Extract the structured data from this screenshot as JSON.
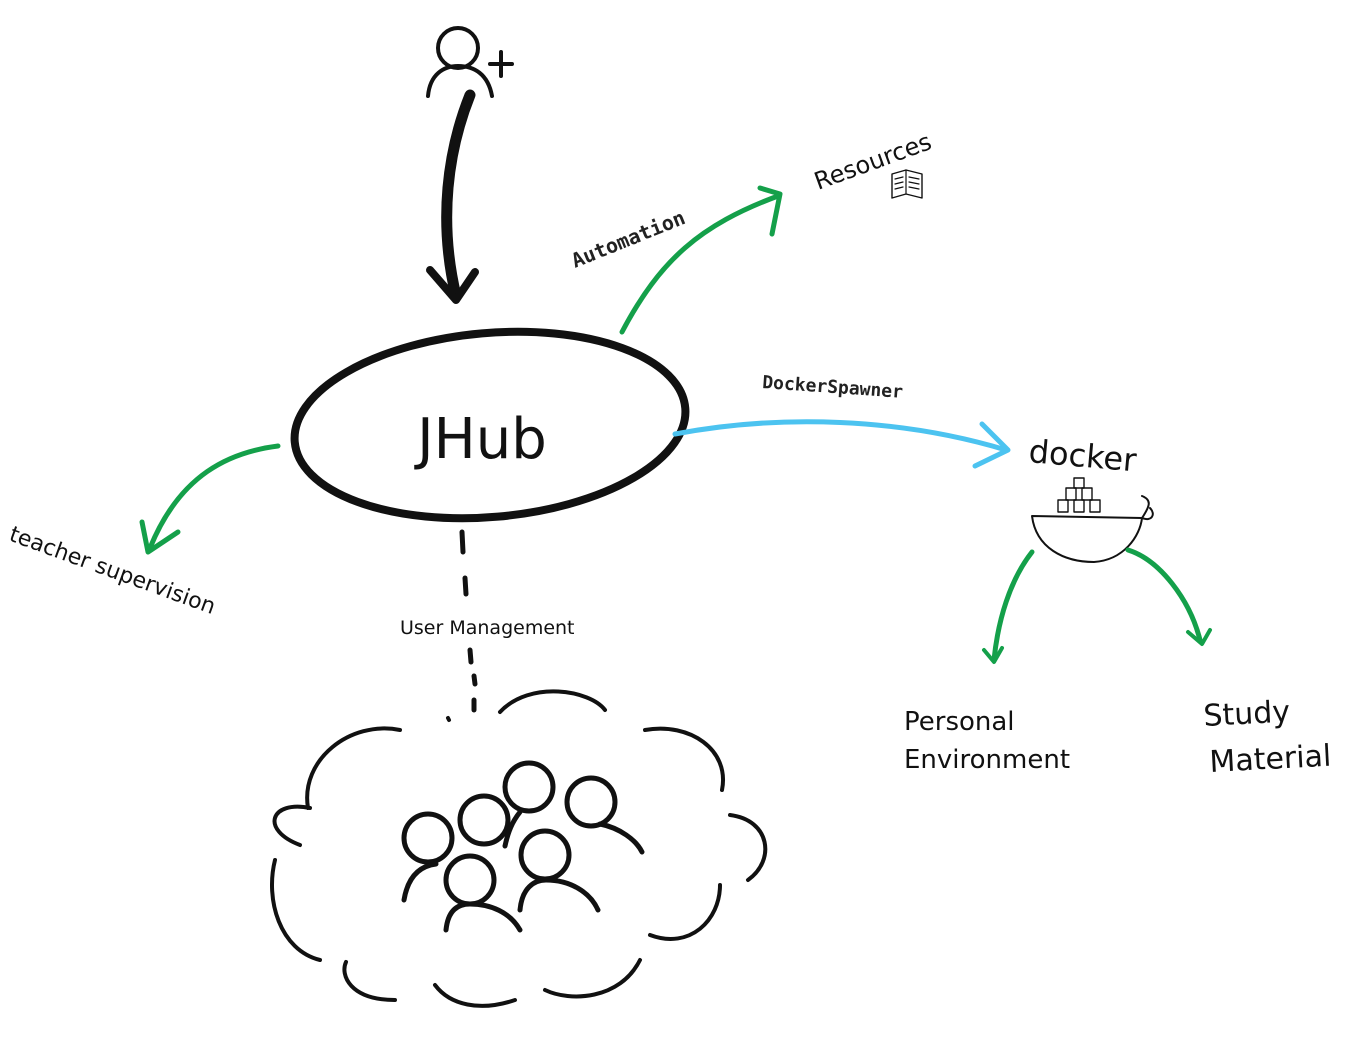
{
  "colors": {
    "ink": "#111111",
    "green_arrow": "#14a04a",
    "blue_arrow": "#4cc3f0",
    "background": "#ffffff"
  },
  "nodes": {
    "hub": "JHub",
    "resources": "Resources",
    "docker": "docker",
    "teacher": "teacher supervision",
    "personal_line1": "Personal",
    "personal_line2": "Environment",
    "study_line1": "Study",
    "study_line2": "Material"
  },
  "edges": {
    "automation": "Automation",
    "docker_spawner": "DockerSpawner",
    "user_management": "User Management"
  },
  "icons": {
    "add_user": "add-user-icon",
    "book": "book-icon",
    "docker_whale": "docker-whale-icon",
    "users_cloud": "users-group-icon"
  }
}
